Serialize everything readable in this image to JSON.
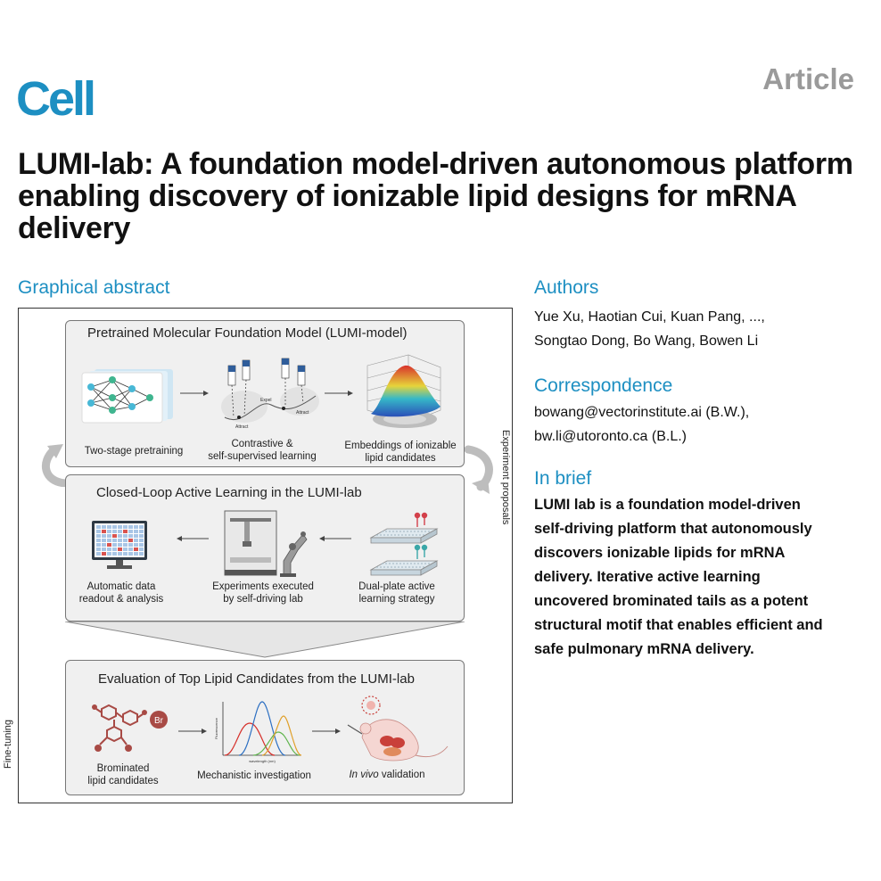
{
  "journal": "Cell",
  "article_type": "Article",
  "title": "LUMI-lab: A foundation model-driven autonomous platform enabling discovery of ionizable lipid designs for mRNA delivery",
  "graphical_abstract": {
    "heading": "Graphical abstract",
    "side_left": "Fine-tuning",
    "side_right": "Experiment proposals",
    "panel1": {
      "title": "Pretrained Molecular Foundation Model (LUMI-model)",
      "cap1": "Two-stage pretraining",
      "cap2a": "Contrastive &",
      "cap2b": "self-supervised learning",
      "cap3a": "Embeddings of ionizable",
      "cap3b": "lipid candidates",
      "labels": {
        "expel": "Expel",
        "attract": "Attract"
      }
    },
    "panel2": {
      "title": "Closed-Loop Active Learning in the LUMI-lab",
      "cap1a": "Automatic data",
      "cap1b": "readout & analysis",
      "cap2a": "Experiments executed",
      "cap2b": "by self-driving lab",
      "cap3a": "Dual-plate active",
      "cap3b": "learning strategy"
    },
    "panel3": {
      "title": "Evaluation of Top Lipid Candidates from the LUMI-lab",
      "br": "Br",
      "cap1a": "Brominated",
      "cap1b": "lipid candidates",
      "cap2": "Mechanistic investigation",
      "cap3_italic": "In vivo",
      "cap3_rest": " validation",
      "axis_y": "Fluorescence",
      "axis_x": "wavelength (nm)"
    }
  },
  "authors": {
    "heading": "Authors",
    "line1": "Yue Xu, Haotian Cui, Kuan Pang, ...,",
    "line2": "Songtao Dong, Bo Wang, Bowen Li"
  },
  "correspondence": {
    "heading": "Correspondence",
    "line1": "bowang@vectorinstitute.ai (B.W.),",
    "line2": "bw.li@utoronto.ca (B.L.)"
  },
  "in_brief": {
    "heading": "In brief",
    "lines": [
      "LUMI lab is a foundation model-driven",
      "self-driving platform that autonomously",
      "discovers ionizable lipids for mRNA",
      "delivery. Iterative active learning",
      "uncovered brominated tails as a potent",
      "structural motif that enables efficient and",
      "safe pulmonary mRNA delivery."
    ]
  },
  "colors": {
    "brand": "#1d8fc2",
    "article_gray": "#9a9a9a",
    "lipid_red": "#a84a45"
  }
}
